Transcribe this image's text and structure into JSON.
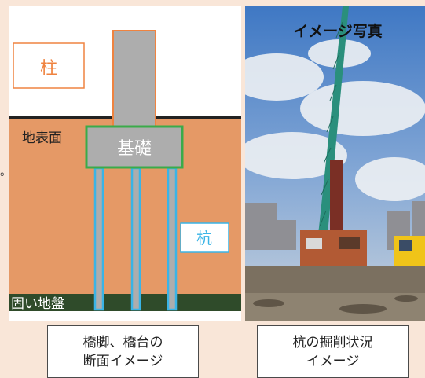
{
  "diagram": {
    "column_label": "柱",
    "ground_surface_label": "地表面",
    "foundation_label": "基礎",
    "pile_label": "杭",
    "hard_ground_label": "固い地盤"
  },
  "photo": {
    "title": "イメージ写真"
  },
  "captions": {
    "left_line1": "橋脚、橋台の",
    "left_line2": "断面イメージ",
    "right_line1": "杭の掘削状況",
    "right_line2": "イメージ"
  },
  "colors": {
    "soil": "#e59966",
    "column": "#adadad",
    "column_border": "#ef8340",
    "foundation_border": "#3aab4a",
    "pile_border": "#3ab4e6",
    "hard_ground": "#2f4b2a"
  }
}
